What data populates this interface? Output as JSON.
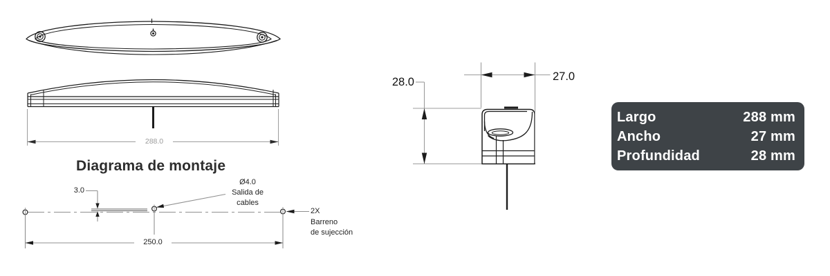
{
  "colors": {
    "background": "#ffffff",
    "object_line": "#1c1c1c",
    "dimension_line": "#9c9c9c",
    "dimension_text_gray": "#9a9a9a",
    "label_text": "#1f1f1f",
    "table_background": "#3e4347",
    "table_text": "#ffffff"
  },
  "side_view": {
    "length_dim": "288.0"
  },
  "mounting": {
    "title": "Diagrama de montaje",
    "offset_dim": "3.0",
    "hole_spacing_dim": "250.0",
    "cable_label": {
      "line1": "Ø4.0",
      "line2": "Salida de",
      "line3": "cables"
    },
    "mount_hole_label": {
      "line1": "2X",
      "line2": "Barreno",
      "line3": "de sujección"
    }
  },
  "cross_section": {
    "depth_dim": "28.0",
    "width_dim": "27.0"
  },
  "spec_table": {
    "rows": [
      {
        "label": "Largo",
        "value": "288 mm"
      },
      {
        "label": "Ancho",
        "value": "27 mm"
      },
      {
        "label": "Profundidad",
        "value": "28 mm"
      }
    ]
  }
}
